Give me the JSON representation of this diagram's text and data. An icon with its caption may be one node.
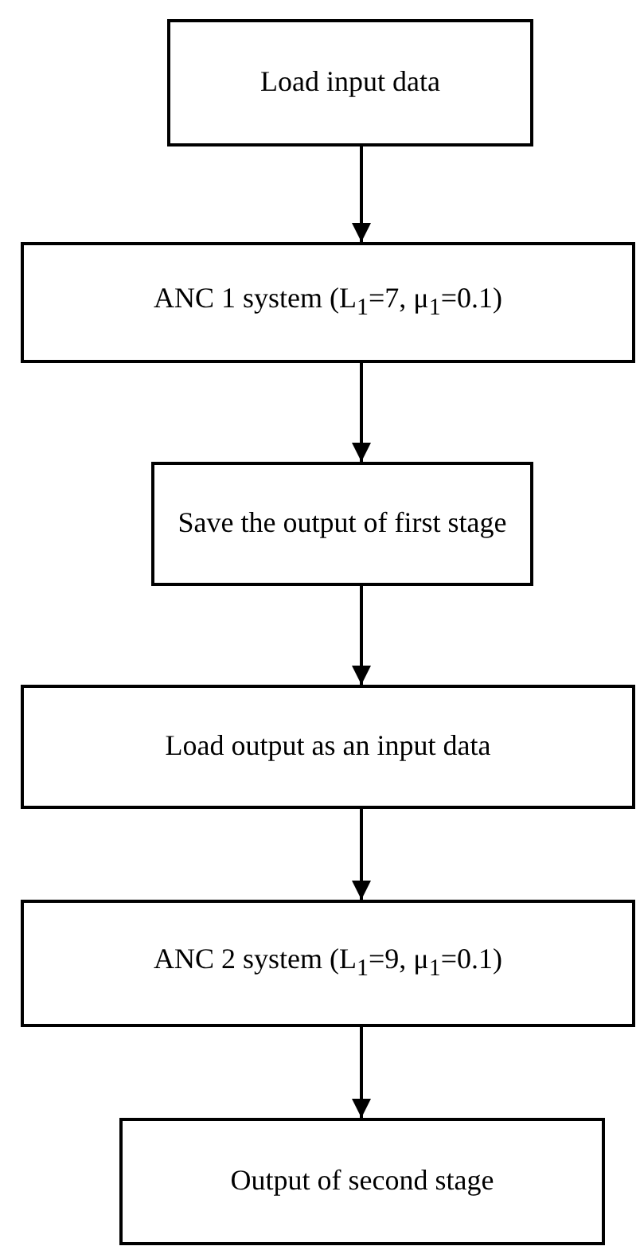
{
  "diagram": {
    "nodes": [
      {
        "text": [
          "Load input data"
        ]
      },
      {
        "text": [
          "ANC 1 system (L$_{1}$=7, μ$_{1}$=0.1)"
        ]
      },
      {
        "text": [
          "Save the output of first stage"
        ]
      },
      {
        "text": [
          "Load output as an input data"
        ]
      },
      {
        "text": [
          "ANC 2 system (L$_{1}$=9, μ$_{1}$=0.1)"
        ]
      },
      {
        "text": [
          "Output of second stage"
        ]
      }
    ],
    "edges": [
      {
        "from": 0,
        "to": 1,
        "arrow": "to"
      },
      {
        "from": 1,
        "to": 2,
        "arrow": "to"
      },
      {
        "from": 2,
        "to": 3,
        "arrow": "to"
      },
      {
        "from": 3,
        "to": 4,
        "arrow": "to"
      },
      {
        "from": 4,
        "to": 5,
        "arrow": "to"
      }
    ]
  }
}
